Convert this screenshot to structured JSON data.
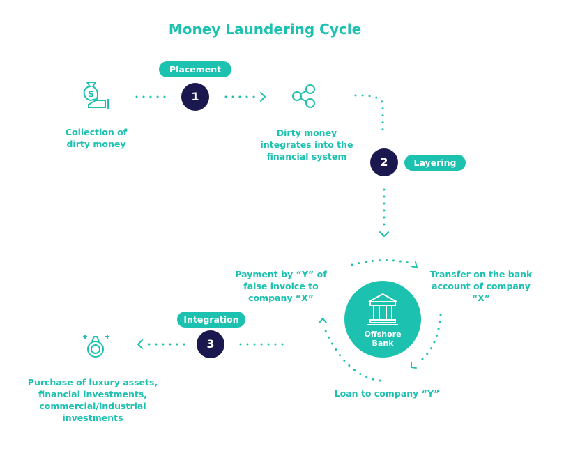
{
  "title": "Money Laundering Cycle",
  "steps": [
    {
      "number": "1",
      "label": "Placement"
    },
    {
      "number": "2",
      "label": "Layering"
    },
    {
      "number": "3",
      "label": "Integration"
    }
  ],
  "texts": {
    "collection": [
      "Collection of",
      "dirty money"
    ],
    "integrates": [
      "Dirty money",
      "integrates into the",
      "financial system"
    ],
    "payment": [
      "Payment by “Y” of",
      "false invoice to",
      "company “X”"
    ],
    "transfer": [
      "Transfer on the bank",
      "account of company",
      "“X”"
    ],
    "loan": "Loan to company “Y”",
    "purchase": [
      "Purchase of luxury assets,",
      "financial investments,",
      "commercial/industrial",
      "investments"
    ]
  },
  "bank": {
    "line1": "Offshore",
    "line2": "Bank"
  },
  "colors": {
    "teal": "#1dc1b0",
    "navy": "#1b1850"
  }
}
